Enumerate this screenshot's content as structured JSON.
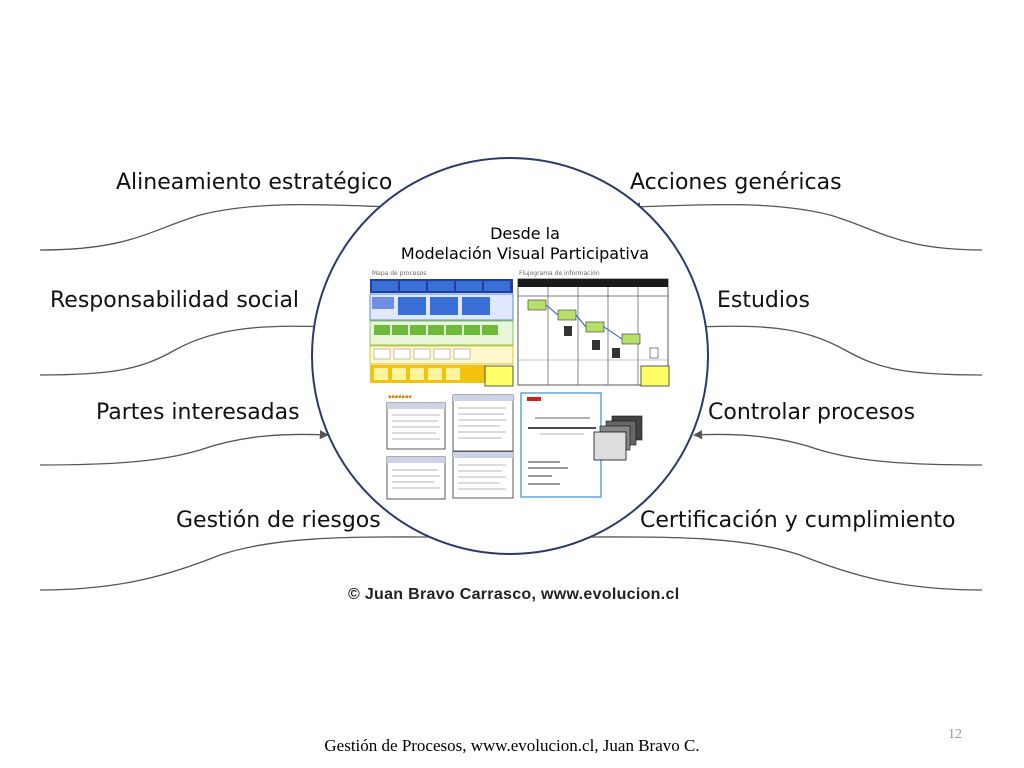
{
  "labels": {
    "left_top": "Alineamiento estratégico",
    "left_mid1": "Responsabilidad social",
    "left_mid2": "Partes interesadas",
    "left_bottom": "Gestión de riesgos",
    "right_top": "Acciones genéricas",
    "right_mid1": "Estudios",
    "right_mid2": "Controlar procesos",
    "right_bottom": "Certificación y cumplimiento"
  },
  "center": {
    "title_line1": "Desde la",
    "title_line2": "Modelación Visual Participativa"
  },
  "credit": "© Juan Bravo Carrasco, www.evolucion.cl",
  "footer": "Gestión de Procesos, www.evolucion.cl, Juan Bravo C.",
  "page_number": "12",
  "colors": {
    "circle": "#2b3a6b",
    "arrow": "#555555",
    "map_blue": "#3b6fd8",
    "map_green": "#6dbb3a",
    "map_yellow": "#f2c20f",
    "note_yellow": "#ffff66"
  }
}
